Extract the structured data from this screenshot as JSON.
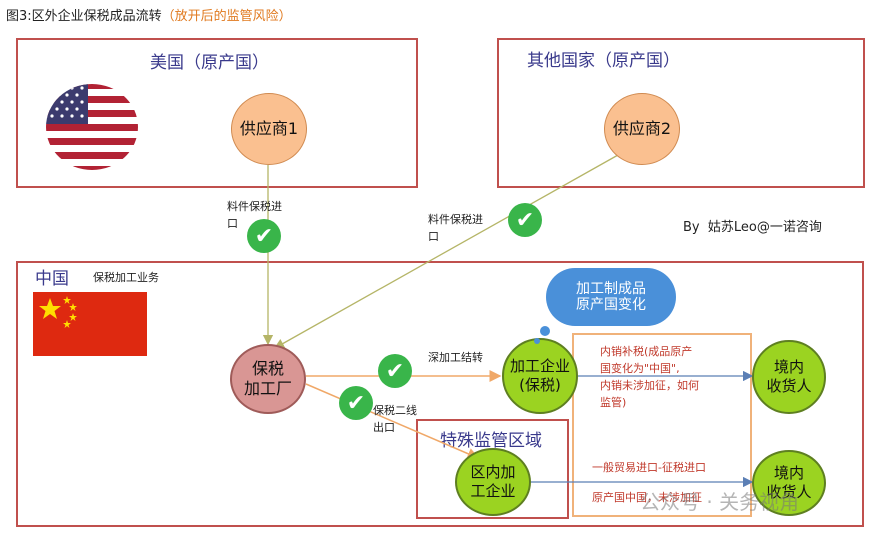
{
  "title": {
    "prefix": "图3:区外企业保税成品流转",
    "suffix": "（放开后的监管风险）"
  },
  "regions": {
    "usa": "美国（原产国）",
    "other": "其他国家（原产国）",
    "china": "中国",
    "special_zone": "特殊监管区域"
  },
  "nodes": {
    "supplier1": "供应商1",
    "supplier2": "供应商2",
    "bonded_factory": "保税\n加工厂",
    "processing_enterprise": "加工企业\n(保税)",
    "zone_enterprise": "区内加\n工企业",
    "consignee1": "境内\n收货人",
    "consignee2": "境内\n收货人"
  },
  "labels": {
    "material_import_1": "料件保税进\n口",
    "material_import_2": "料件保税进\n口",
    "china_business": "保税加工业务",
    "deep_processing": "深加工结转",
    "bonded_second_line": "保税二线\n出口",
    "author": "By  姑苏Leo@一诺咨询",
    "cloud": "加工制成品\n原产国变化",
    "domestic_sale": "内销补税(成品原产\n国变化为\"中国\",\n内销未涉加征，如何\n监管)",
    "general_trade": "一般贸易进口-征税进口",
    "origin_china": "原产国中国，未涉加征",
    "watermark": "公众号 · 关务视角"
  }
}
